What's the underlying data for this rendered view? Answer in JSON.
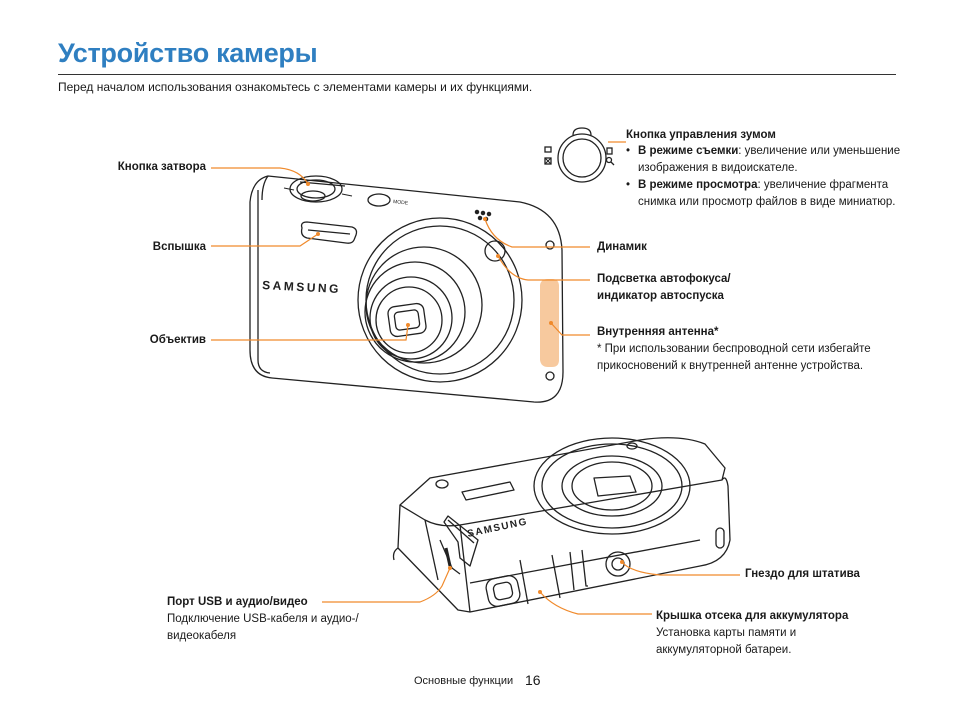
{
  "page": {
    "title": "Устройство камеры",
    "intro": "Перед началом использования ознакомьтесь с элементами камеры и их функциями."
  },
  "labels": {
    "shutter": "Кнопка затвора",
    "flash": "Вспышка",
    "lens": "Объектив",
    "zoom_title": "Кнопка управления зумом",
    "zoom_items": [
      {
        "term": "В режиме съемки",
        "text": ": увеличение или уменьшение изображения в видоискателе."
      },
      {
        "term": "В режиме просмотра",
        "text": ": увеличение фрагмента снимка или просмотр файлов в виде миниатюр."
      }
    ],
    "speaker": "Динамик",
    "af_lamp_1": "Подсветка автофокуса/",
    "af_lamp_2": "индикатор автоспуска",
    "antenna": "Внутренняя антенна*",
    "antenna_note": "* При использовании беспроводной сети избегайте прикосновений к внутренней антенне устройства.",
    "tripod": "Гнездо для штатива",
    "usb_title": "Порт USB и аудио/видео",
    "usb_desc_1": "Подключение USB-кабеля и аудио-/",
    "usb_desc_2": "видеокабеля",
    "battery_title": "Крышка отсека для аккумулятора",
    "battery_desc_1": "Установка карты памяти и",
    "battery_desc_2": "аккумуляторной батареи."
  },
  "camera": {
    "brand": "SAMSUNG",
    "mode_text": "MODE"
  },
  "footer": {
    "section": "Основные функции",
    "page_number": "16"
  },
  "colors": {
    "title": "#2f7fc1",
    "leader": "#f08a2c",
    "antenna_fill": "#f7c99e"
  }
}
